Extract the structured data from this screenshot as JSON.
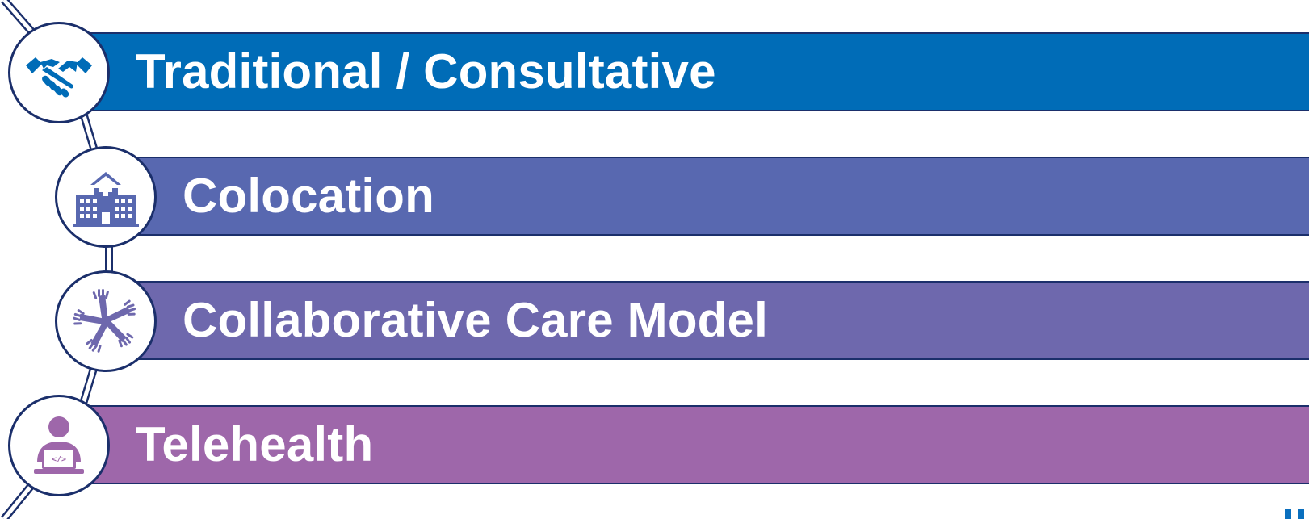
{
  "models": [
    {
      "label": "Traditional / Consultative",
      "color": "#006cb7",
      "icon": "handshake-icon"
    },
    {
      "label": "Colocation",
      "color": "#5868b0",
      "icon": "hospital-building-icon"
    },
    {
      "label": "Collaborative Care Model",
      "color": "#6e68ad",
      "icon": "hands-together-icon"
    },
    {
      "label": "Telehealth",
      "color": "#9e67aa",
      "icon": "person-laptop-icon"
    }
  ],
  "colors": {
    "outline": "#1b2f6b",
    "logo": "#0a6fbe"
  }
}
